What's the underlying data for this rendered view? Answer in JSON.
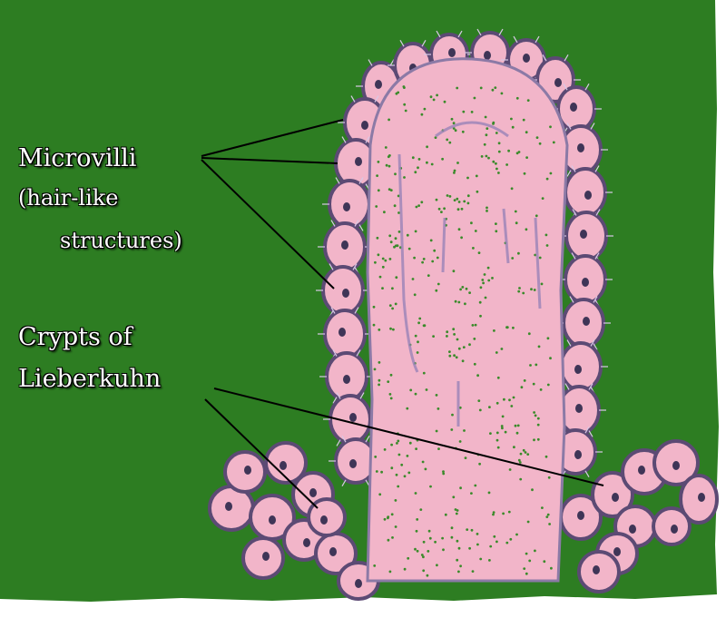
{
  "labels": {
    "microvilli_line1": "Microvilli",
    "microvilli_line2": "(hair-like",
    "microvilli_line3": "structures)",
    "crypts_line1": "Crypts of",
    "crypts_line2": "Lieberkuhn"
  },
  "colors": {
    "background": "#2d7d22",
    "tissue": "#f2b5c9",
    "cell_outline": "#5c4a74",
    "nucleus": "#3f3557",
    "stipple": "#3a8a2a",
    "leader_line": "#000000",
    "label_text": "#ffffff"
  }
}
